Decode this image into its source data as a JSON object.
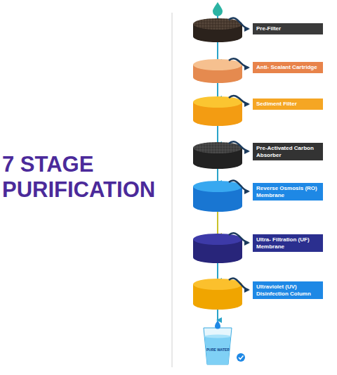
{
  "diagram": {
    "title": "7 STAGE PURIFICATION",
    "nodes": [
      {
        "text": [
          "Pre-Filter"
        ]
      },
      {
        "text": [
          "Anti- Scalant Cartridge"
        ]
      },
      {
        "text": [
          "Sediment Filter"
        ]
      },
      {
        "text": [
          "Pre-Activated Carbon Absorber"
        ]
      },
      {
        "text": [
          "Reverse Osmosis (RO) Membrane"
        ]
      },
      {
        "text": [
          "Ultra- Filtration (UF) Membrane"
        ]
      },
      {
        "text": [
          "Ultraviolet (UV) Disinfection Column"
        ]
      },
      {
        "text": [
          "PURE WATER"
        ]
      }
    ]
  }
}
